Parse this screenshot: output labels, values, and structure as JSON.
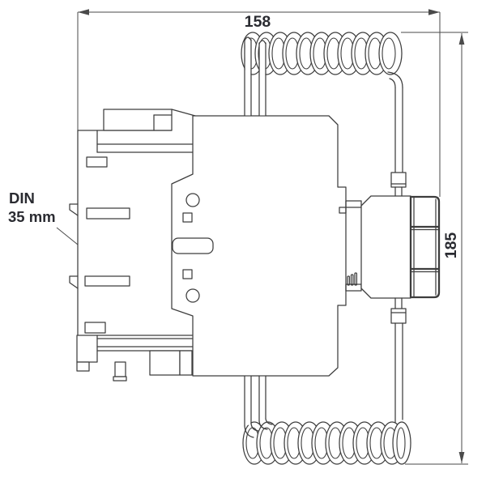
{
  "labels": {
    "dim_width": "158",
    "dim_height": "185",
    "din_line1": "DIN",
    "din_line2": "35 mm"
  },
  "colors": {
    "background": "#ffffff",
    "line": "#3d3d3d",
    "dimension_line": "#4a4a4a",
    "text": "#2a2b31"
  }
}
